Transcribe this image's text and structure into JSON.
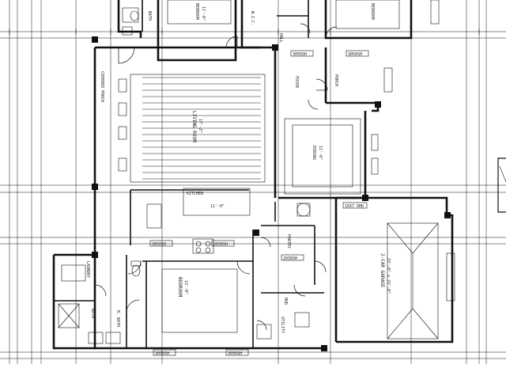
{
  "rooms": {
    "bedroom_top": {
      "name": "BEDROOM",
      "size": "11'-0\""
    },
    "bath_top": {
      "name": "BATH"
    },
    "wic": {
      "name": "W.I.C."
    },
    "bedroom_top_right": {
      "name": "BEDROOM"
    },
    "hall": {
      "name": "HALL"
    },
    "foyer": {
      "name": "FOYER"
    },
    "porch": {
      "name": "PORCH"
    },
    "living": {
      "name": "LIVING ROOM",
      "size": "17'-2\""
    },
    "dining": {
      "name": "DINING",
      "size": "11'-0\""
    },
    "kitchen": {
      "name": "KITCHEN",
      "size": "11'-0\""
    },
    "laundry": {
      "name": "LAUNDRY"
    },
    "bedroom_bottom": {
      "name": "BEDROOM",
      "size": "12'-0\""
    },
    "bath_bottom": {
      "name": "BATH"
    },
    "master_bath": {
      "name": "M. BATH"
    },
    "mud": {
      "name": "MUD"
    },
    "pantry": {
      "name": "PANTRY"
    },
    "utility": {
      "name": "UTILITY"
    },
    "garage": {
      "name": "2-CAR GARAGE",
      "size": "22'-0\" x 22'-0\""
    },
    "covered_porch": {
      "name": "COVERED PORCH"
    }
  },
  "callouts": {
    "w1": "3050SH",
    "w2": "3050SH",
    "w3": "3050SH",
    "w4": "2030SH",
    "w5": "2030SH",
    "w6": "3050SH",
    "w7": "3050SH",
    "w8": "16X7 OHD"
  }
}
